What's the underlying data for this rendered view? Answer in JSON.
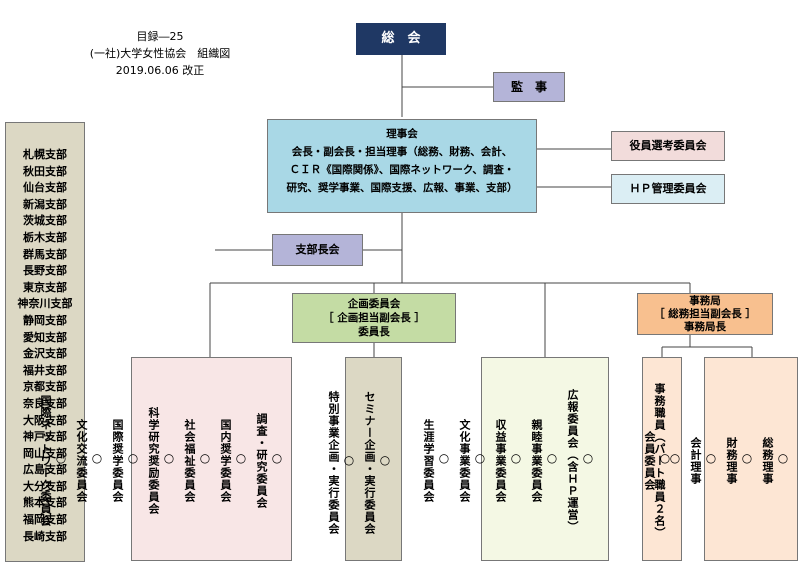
{
  "header": {
    "line1": "目録―25",
    "line2": "(一社)大学女性協会　組織図",
    "line3": "2019.06.06 改正"
  },
  "sokai": "総　会",
  "kanji": "監　事",
  "rijikai": {
    "title": "理事会",
    "lines": [
      "会長・副会長・担当理事（総務、財務、会計、",
      "ＣＩＲ《国際関係》、国際ネットワーク、調査・",
      "研究、奨学事業、国際支援、広報、事業、支部）"
    ]
  },
  "yakuin": "役員選考委員会",
  "hp": "ＨＰ管理委員会",
  "shibucho": "支部長会",
  "branches": [
    "札幌支部",
    "秋田支部",
    "仙台支部",
    "新潟支部",
    "茨城支部",
    "栃木支部",
    "群馬支部",
    "長野支部",
    "東京支部",
    "神奈川支部",
    "静岡支部",
    "愛知支部",
    "金沢支部",
    "福井支部",
    "京都支部",
    "奈良支部",
    "大阪支部",
    "神戸支部",
    "岡山支部",
    "広島支部",
    "大分支部",
    "熊本支部",
    "福岡支部",
    "長崎支部"
  ],
  "kikaku": {
    "title": "企画委員会",
    "sub1": "企画担当副会長",
    "sub2": "委員長"
  },
  "jimukyoku": {
    "title": "事務局",
    "sub1": "総務担当副会長",
    "sub2": "事務局長"
  },
  "committees_a": [
    "調査・研究委員会",
    "国内奨学委員会",
    "社会福祉委員会",
    "科学研究奨励委員会",
    "国際奨学委員会",
    "文化交流委員会",
    "国際ネットワーク委員会"
  ],
  "committees_b": [
    "セミナー企画・実行委員会",
    "特別事業企画・実行委員会"
  ],
  "committees_c": [
    "広報委員会（含ＨＰ運営）",
    "親睦事業委員会",
    "収益事業委員会",
    "文化事業委員会",
    "生涯学習委員会"
  ],
  "committees_d": [
    "会員委員会"
  ],
  "committees_e": [
    "総務理事",
    "財務理事",
    "会計理事",
    "事務職員（パート職員２名）"
  ],
  "circle": "○",
  "colors": {
    "navy": "#1f3864",
    "lavender": "#b4b4d8",
    "lightblue": "#a9d8e6",
    "pink": "#f2dcdb",
    "paleblue": "#dbeef4",
    "green": "#c4dca4",
    "orange": "#f8c08f",
    "pinkbox": "#f8e6e6",
    "beige": "#dcd8c4",
    "ivory": "#f4f8e4",
    "peach": "#fde6d4"
  }
}
